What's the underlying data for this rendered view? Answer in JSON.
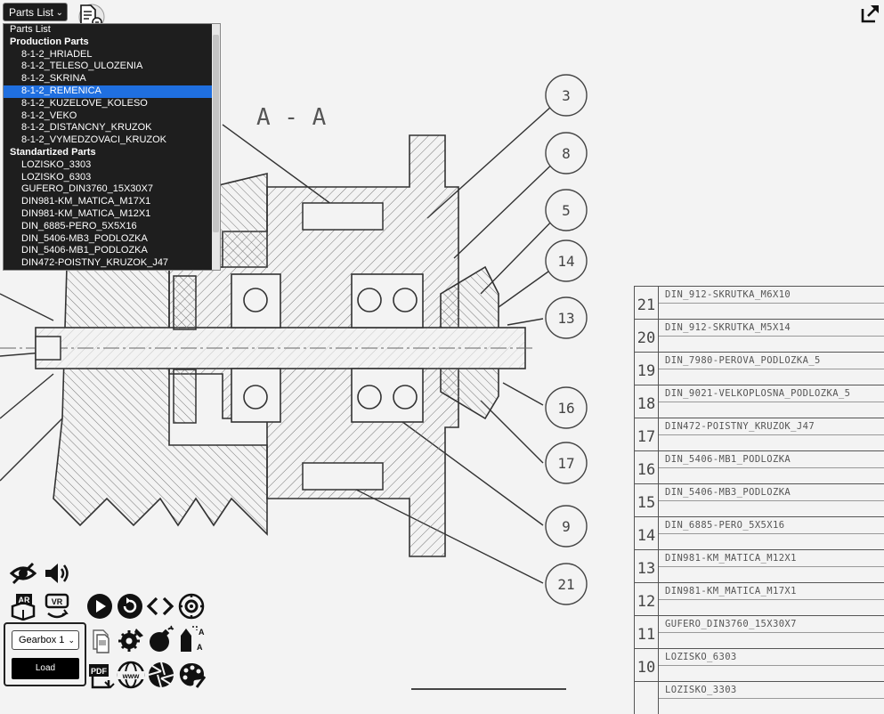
{
  "header": {
    "view_select": "Parts List",
    "dropdown": {
      "first_option": "Parts List",
      "groups": [
        {
          "label": "Production Parts",
          "items": [
            "8-1-2_HRIADEL",
            "8-1-2_TELESO_ULOZENIA",
            "8-1-2_SKRINA",
            "8-1-2_REMENICA",
            "8-1-2_KUZELOVE_KOLESO",
            "8-1-2_VEKO",
            "8-1-2_DISTANCNY_KRUZOK",
            "8-1-2_VYMEDZOVACI_KRUZOK"
          ]
        },
        {
          "label": "Standartized Parts",
          "items": [
            "LOZISKO_3303",
            "LOZISKO_6303",
            "GUFERO_DIN3760_15X30X7",
            "DIN981-KM_MATICA_M17X1",
            "DIN981-KM_MATICA_M12X1",
            "DIN_6885-PERO_5X5X16",
            "DIN_5406-MB3_PODLOZKA",
            "DIN_5406-MB1_PODLOZKA",
            "DIN472-POISTNY_KRUZOK_J47"
          ]
        }
      ],
      "selected": "8-1-2_REMENICA"
    }
  },
  "drawing": {
    "section_label": "A - A",
    "balloons": [
      "3",
      "8",
      "5",
      "14",
      "13",
      "16",
      "17",
      "9",
      "21"
    ]
  },
  "parts_table": [
    {
      "num": "21",
      "name": "DIN_912-SKRUTKA_M6X10"
    },
    {
      "num": "20",
      "name": "DIN_912-SKRUTKA_M5X14"
    },
    {
      "num": "19",
      "name": "DIN_7980-PEROVA_PODLOZKA_5"
    },
    {
      "num": "18",
      "name": "DIN_9021-VELKOPLOSNA_PODLOZKA_5"
    },
    {
      "num": "17",
      "name": "DIN472-POISTNY_KRUZOK_J47"
    },
    {
      "num": "16",
      "name": "DIN_5406-MB1_PODLOZKA"
    },
    {
      "num": "15",
      "name": "DIN_5406-MB3_PODLOZKA"
    },
    {
      "num": "14",
      "name": "DIN_6885-PERO_5X5X16"
    },
    {
      "num": "13",
      "name": "DIN981-KM_MATICA_M12X1"
    },
    {
      "num": "12",
      "name": "DIN981-KM_MATICA_M17X1"
    },
    {
      "num": "11",
      "name": "GUFERO_DIN3760_15X30X7"
    },
    {
      "num": "10",
      "name": "LOZISKO_6303"
    },
    {
      "num": "",
      "name": "LOZISKO_3303"
    }
  ],
  "loader": {
    "model_select": "Gearbox 1",
    "load_label": "Load"
  },
  "icons": [
    "hide-icon",
    "sound-icon",
    "ar-icon",
    "vr-icon",
    "play-icon",
    "reset-icon",
    "code-icon",
    "rotate-settings-icon",
    "explode-icon",
    "tools-icon",
    "bomb-icon",
    "annotate-icon",
    "pdf-icon",
    "web-icon",
    "aperture-icon",
    "palette-icon",
    "document-icon",
    "expand-icon"
  ]
}
